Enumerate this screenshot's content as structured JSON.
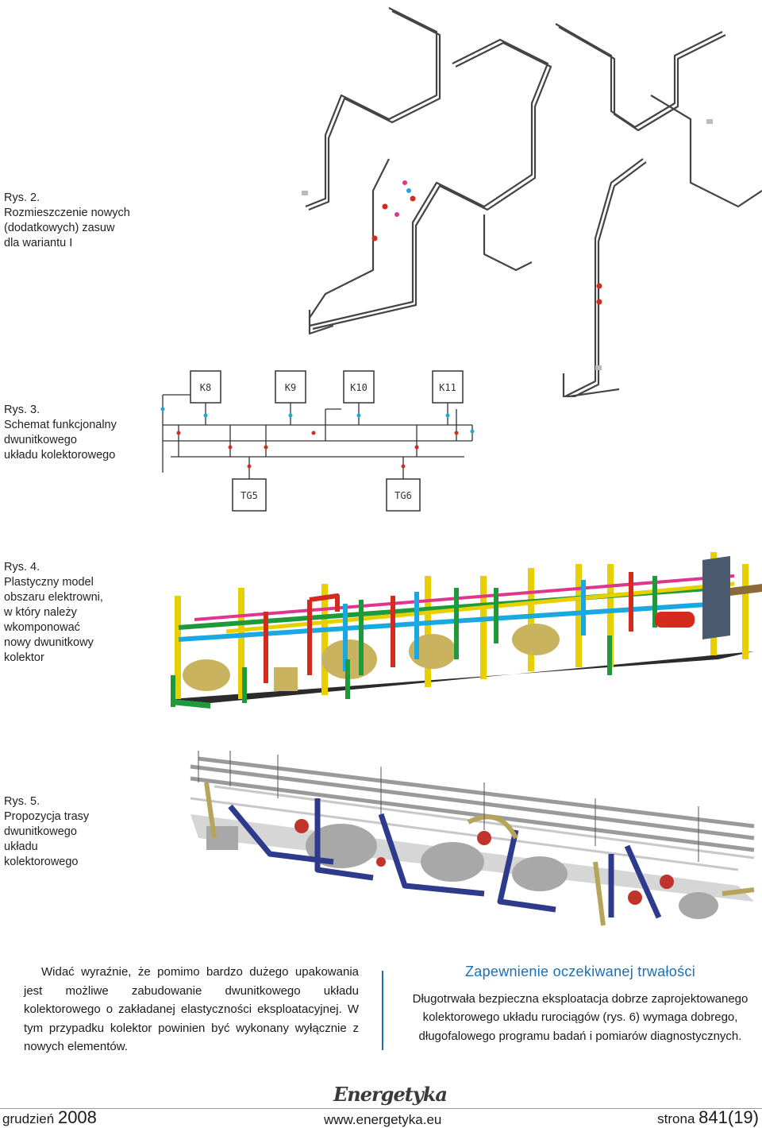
{
  "captions": [
    {
      "num": "Rys. 2.",
      "lines": [
        "Rozmieszczenie nowych",
        "(dodatkowych) zasuw",
        "dla wariantu I"
      ]
    },
    {
      "num": "Rys. 3.",
      "lines": [
        "Schemat funkcjonalny",
        "dwunitkowego",
        "układu kolektorowego"
      ]
    },
    {
      "num": "Rys. 4.",
      "lines": [
        "Plastyczny model",
        "obszaru elektrowni,",
        "w który należy",
        "wkomponować",
        "nowy dwunitkowy",
        "kolektor"
      ]
    },
    {
      "num": "Rys. 5.",
      "lines": [
        "Propozycja trasy",
        "dwunitkowego",
        "układu",
        "kolektorowego"
      ]
    }
  ],
  "schema": {
    "collectors": [
      "K8",
      "K9",
      "K10",
      "K11"
    ],
    "turbines": [
      "TG5",
      "TG6"
    ]
  },
  "body_left": "Widać wyraźnie, że pomimo bardzo dużego upakowania jest możliwe zabudowanie dwunitkowego układu kolektorowego o zakładanej elastyczności eksploatacyjnej. W tym przypadku kolektor powinien być wykonany wyłącznie z nowych elementów.",
  "section_heading": "Zapewnienie oczekiwanej trwałości",
  "body_right": "Długotrwała bezpieczna eksploatacja dobrze zaprojektowanego kolektorowego układu rurociągów (rys. 6) wymaga dobrego, długofalowego programu badań i pomiarów diagnostycznych.",
  "footer": {
    "month": "grudzień",
    "year": "2008",
    "url": "www.energetyka.eu",
    "page_label": "strona",
    "page_num": "841(19)",
    "logo_text": "Energetyka"
  },
  "colors": {
    "accent": "#1a6fb5",
    "yellow": "#e8d000",
    "green": "#1f9a3a",
    "red": "#d52b1e",
    "pink": "#e0358f",
    "cyan": "#1aa8e0"
  }
}
